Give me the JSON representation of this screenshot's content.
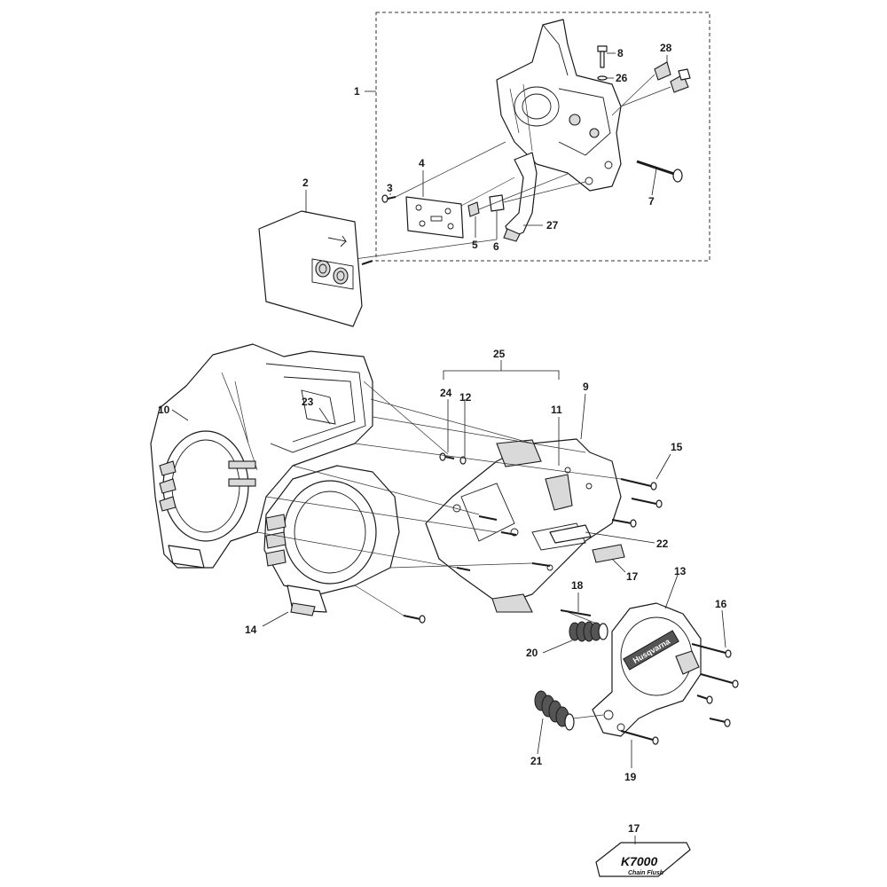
{
  "callouts": {
    "c1": "1",
    "c2": "2",
    "c3": "3",
    "c4": "4",
    "c5": "5",
    "c6": "6",
    "c7": "7",
    "c8": "8",
    "c26": "26",
    "c28": "28",
    "c27": "27",
    "c25": "25",
    "c24": "24",
    "c12": "12",
    "c11": "11",
    "c9": "9",
    "c10": "10",
    "c23": "23",
    "c15": "15",
    "c22": "22",
    "c17a": "17",
    "c13": "13",
    "c16": "16",
    "c18": "18",
    "c20": "20",
    "c14": "14",
    "c21": "21",
    "c19": "19",
    "c17b": "17"
  },
  "decal": {
    "model": "K7000",
    "subtitle": "Chain Flush"
  },
  "cover_brand": "Husqvarna"
}
